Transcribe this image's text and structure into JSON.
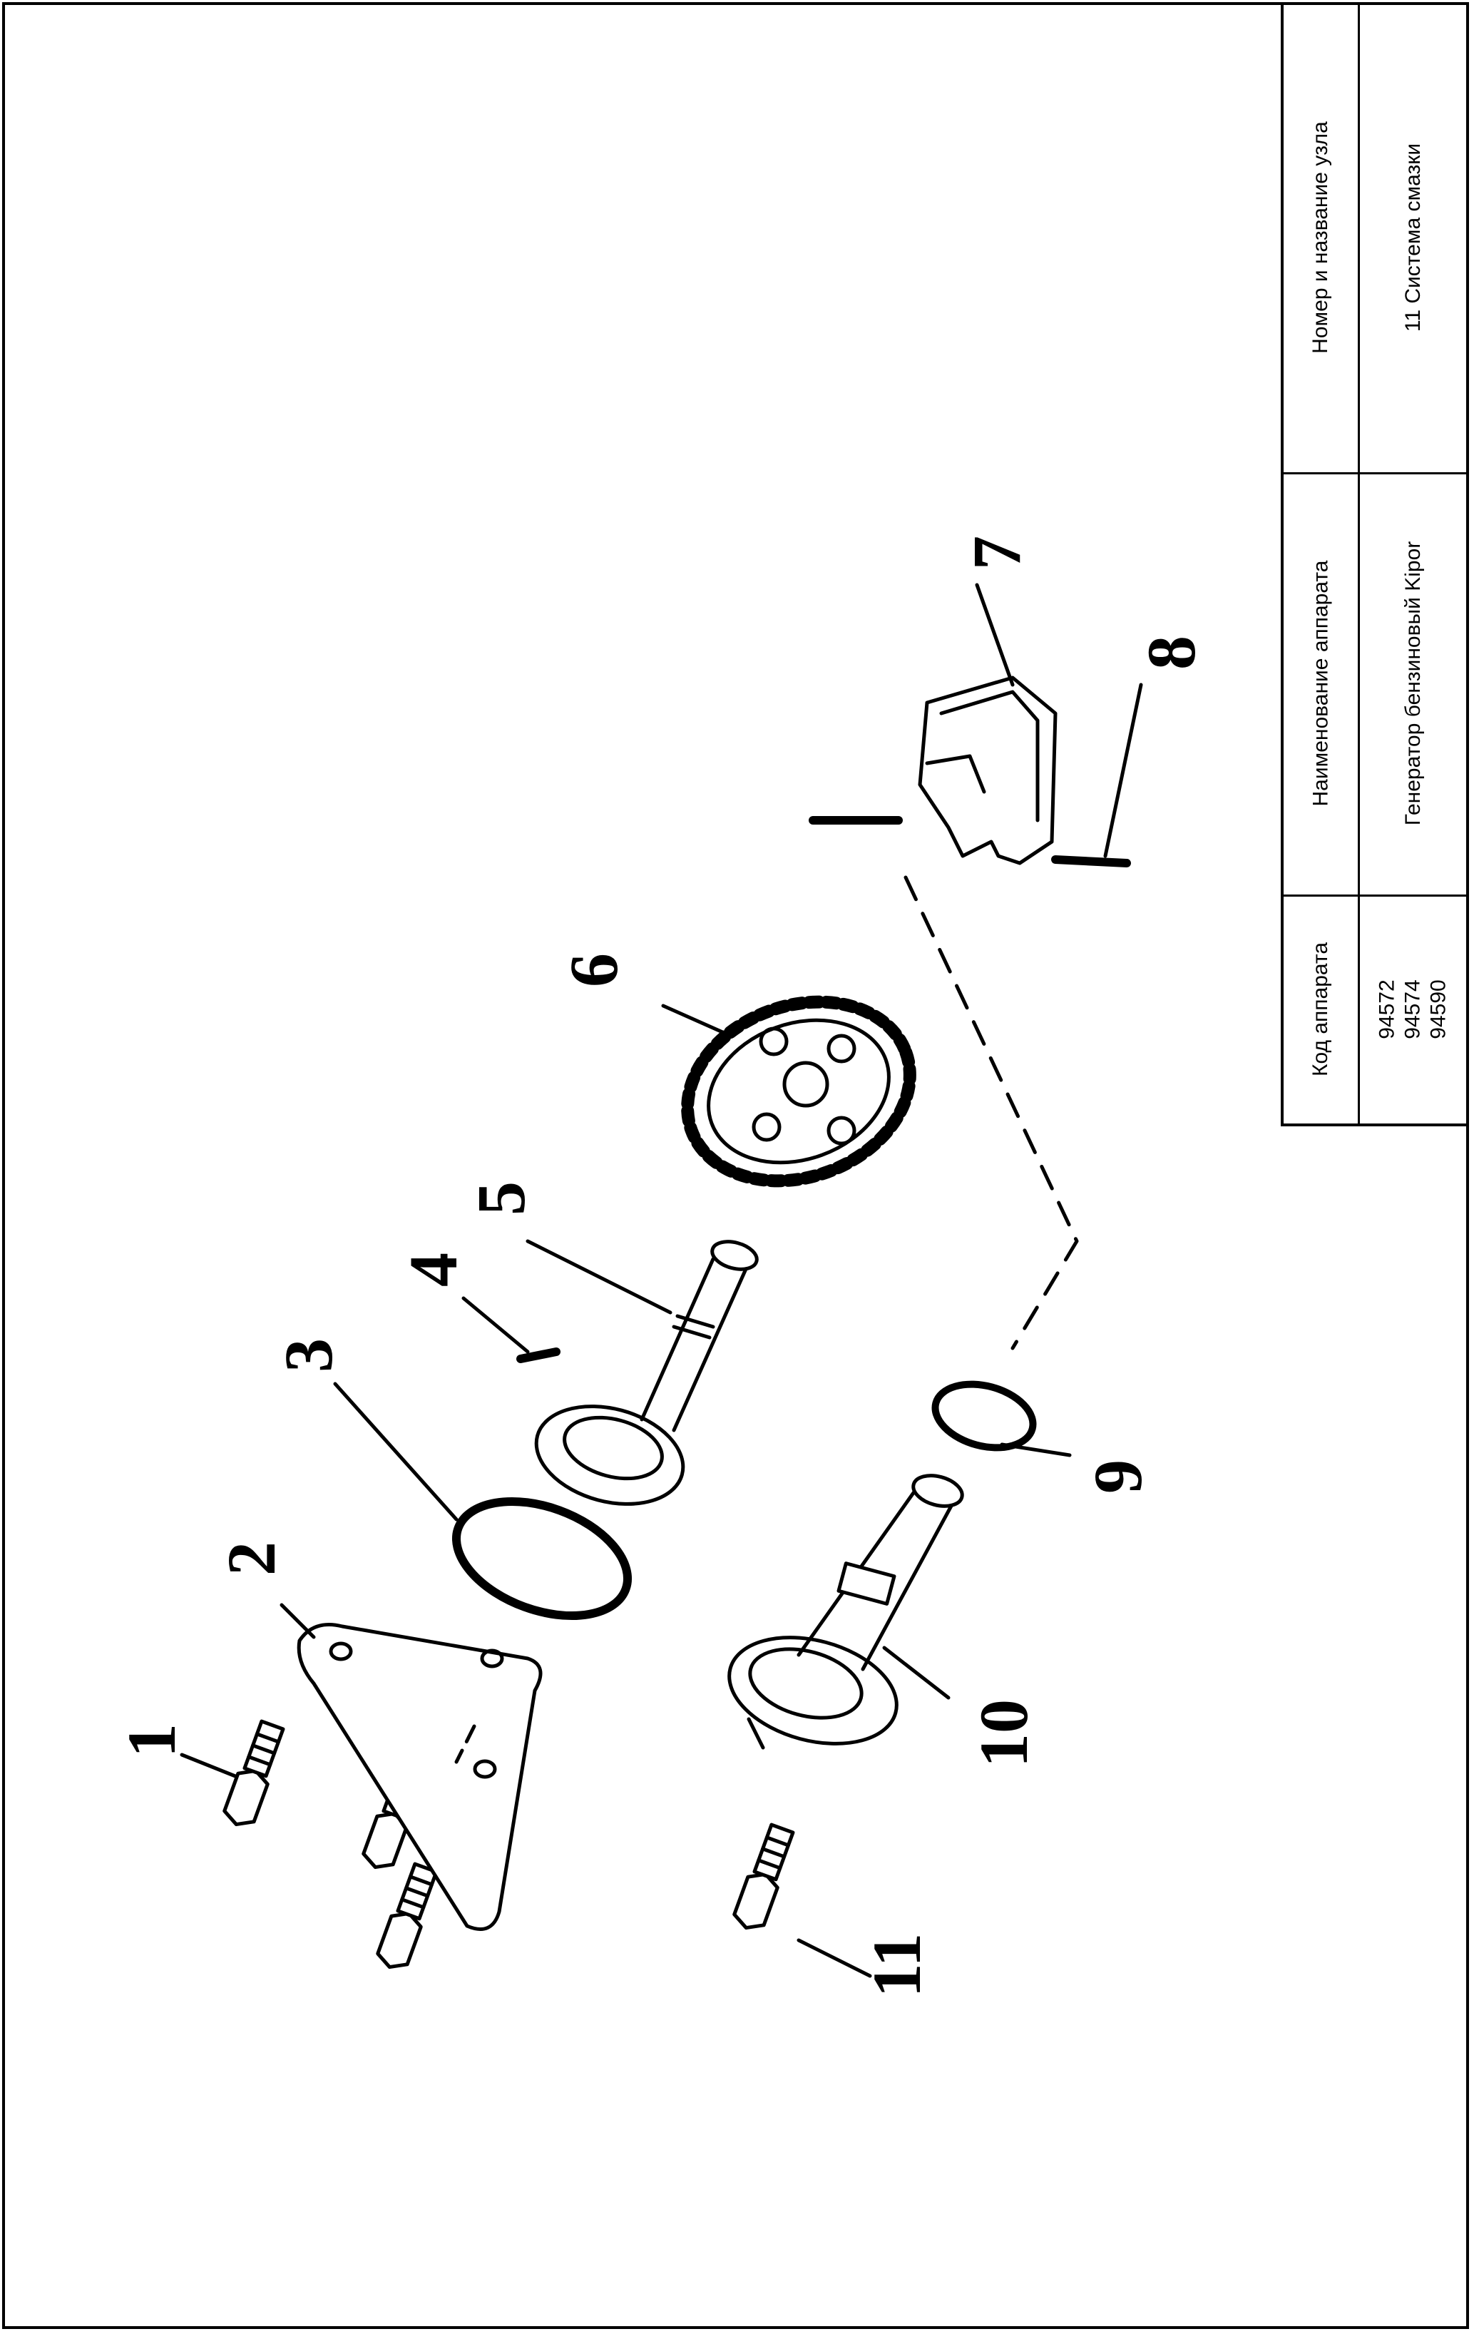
{
  "title_block": {
    "header": {
      "code_label": "Код аппарата",
      "device_label": "Наименование аппарата",
      "unit_label": "Номер и название узла"
    },
    "values": {
      "codes": [
        "94572",
        "94574",
        "94590"
      ],
      "device_name": "Генератор бензиновый Kipor",
      "unit_name": "11 Система смазки"
    }
  },
  "callouts": {
    "c1": "1",
    "c2": "2",
    "c3": "3",
    "c4": "4",
    "c5": "5",
    "c6": "6",
    "c7": "7",
    "c8": "8",
    "c9": "9",
    "c10": "10",
    "c11": "11"
  },
  "colors": {
    "ink": "#000000",
    "paper": "#ffffff"
  }
}
